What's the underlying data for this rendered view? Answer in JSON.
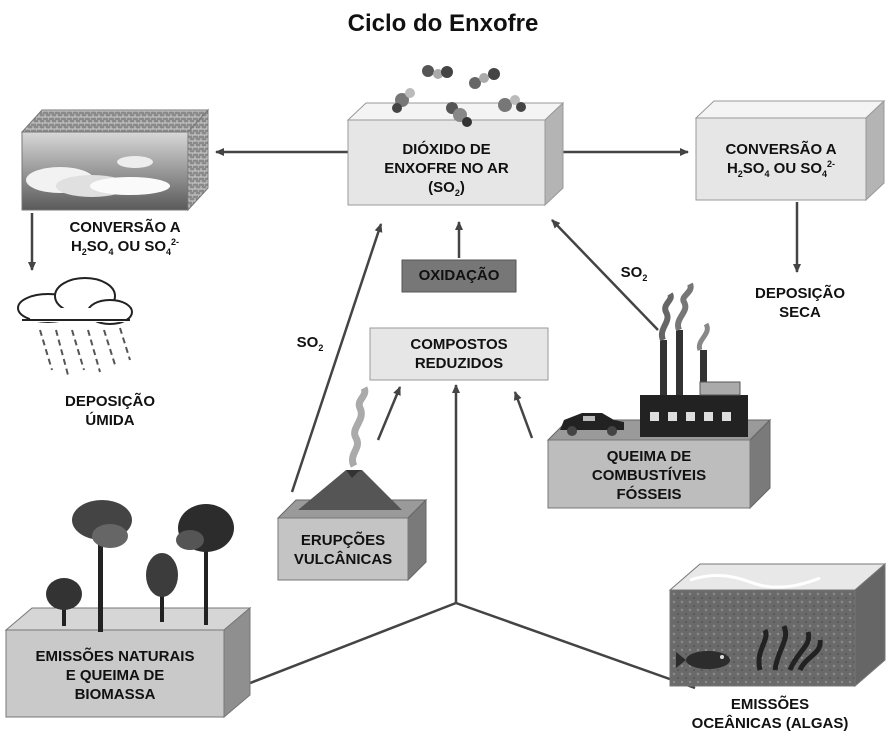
{
  "title": "Ciclo do Enxofre",
  "nodes": {
    "so2_air": {
      "line1": "DIÓXIDO DE",
      "line2": "ENXOFRE NO AR",
      "line3_pre": "(SO",
      "line3_sub": "2",
      "line3_post": ")"
    },
    "conversion_right": {
      "line1": "CONVERSÃO A",
      "h": "H",
      "sub2": "2",
      "so": "SO",
      "sub4": "4",
      "or": " OU SO",
      "sub4b": "4",
      "sup": "2-"
    },
    "conversion_left": {
      "line1": "CONVERSÃO A",
      "h": "H",
      "sub2": "2",
      "so": "SO",
      "sub4": "4",
      "or": " OU SO",
      "sub4b": "4",
      "sup": "2-"
    },
    "dry_deposition": {
      "line1": "DEPOSIÇÃO",
      "line2": "SECA"
    },
    "wet_deposition": {
      "line1": "DEPOSIÇÃO",
      "line2": "ÚMIDA"
    },
    "oxidation": {
      "label": "OXIDAÇÃO"
    },
    "reduced_compounds": {
      "line1": "COMPOSTOS",
      "line2": "REDUZIDOS"
    },
    "fossil_fuels": {
      "line1": "QUEIMA DE",
      "line2": "COMBUSTÍVEIS",
      "line3": "FÓSSEIS"
    },
    "volcanic": {
      "line1": "ERUPÇÕES",
      "line2": "VULCÂNICAS"
    },
    "natural_emissions": {
      "line1": "EMISSÕES NATURAIS",
      "line2": "E QUEIMA DE",
      "line3": "BIOMASSA"
    },
    "ocean_emissions": {
      "line1": "EMISSÕES",
      "line2": "OCEÂNICAS (ALGAS)"
    }
  },
  "edge_labels": {
    "so2_left": {
      "pre": "SO",
      "sub": "2"
    },
    "so2_right": {
      "pre": "SO",
      "sub": "2"
    }
  },
  "icons": [
    "cloud-icon",
    "rain-cloud-icon",
    "molecule-icon",
    "factory-icon",
    "car-icon",
    "volcano-icon",
    "tree-icon",
    "fish-icon",
    "coral-icon"
  ],
  "colors": {
    "box_front": "#e6e6e6",
    "box_top": "#f4f4f4",
    "box_side": "#b4b4b4",
    "dark_box": "#777777",
    "arrow": "#444444"
  }
}
